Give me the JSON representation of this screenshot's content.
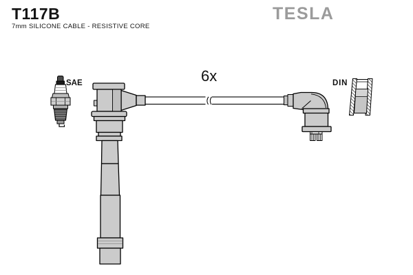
{
  "header": {
    "part_number": "T117B",
    "description": "7mm SILICONE CABLE - RESISTIVE CORE",
    "brand": "TESLA"
  },
  "diagram": {
    "quantity_label": "6x",
    "plug_end_standard": "SAE",
    "terminal_end_standard": "DIN",
    "icons": [
      "spark-plug-icon",
      "coil-boot-icon",
      "cable-icon",
      "elbow-boot-icon",
      "din-terminal-cross-section-icon"
    ]
  },
  "colors": {
    "background": "#ffffff",
    "line": "#000000",
    "part_fill": "#cbcbcb",
    "brand_gray": "#9b9b9b"
  }
}
